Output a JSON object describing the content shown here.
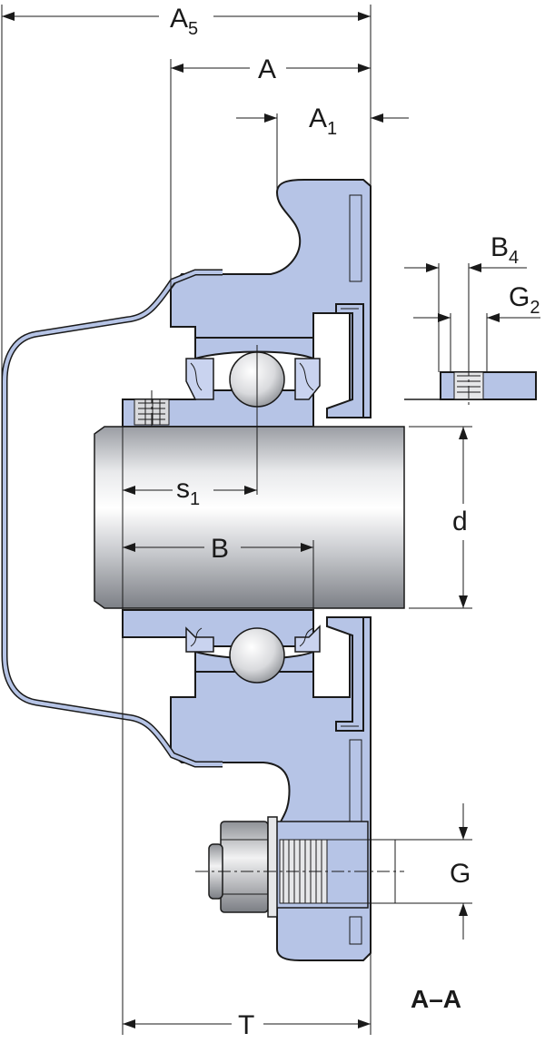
{
  "drawing": {
    "section_label": "A–A",
    "dimensions": {
      "A5": {
        "main": "A",
        "sub": "5"
      },
      "A": {
        "main": "A",
        "sub": ""
      },
      "A1": {
        "main": "A",
        "sub": "1"
      },
      "B4": {
        "main": "B",
        "sub": "4"
      },
      "G2": {
        "main": "G",
        "sub": "2"
      },
      "s1": {
        "main": "s",
        "sub": "1"
      },
      "B": {
        "main": "B",
        "sub": ""
      },
      "d": {
        "main": "d",
        "sub": ""
      },
      "G": {
        "main": "G",
        "sub": ""
      },
      "T": {
        "main": "T",
        "sub": ""
      }
    }
  }
}
